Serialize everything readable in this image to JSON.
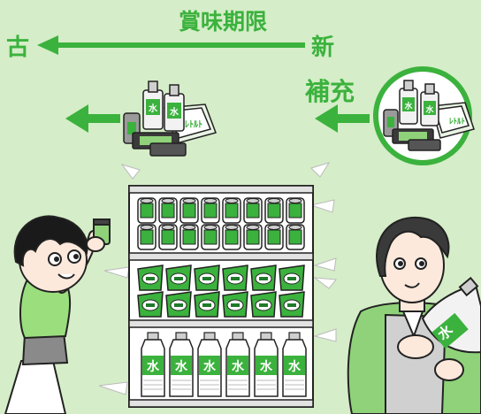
{
  "title": "賞味期限",
  "old_label": "古",
  "new_label": "新",
  "restock_label": "補充",
  "water_label": "水",
  "colors": {
    "background": "#d5edc8",
    "accent_green": "#3bb23d",
    "dark_green": "#1f7a2a",
    "light_green": "#8fd27a",
    "outline": "#222222",
    "skin": "#fde9dc"
  },
  "icons": {
    "arrow_old": "arrow-left-icon",
    "arrow_stock": "arrow-left-icon",
    "restock_highlight": "circle-icon"
  }
}
